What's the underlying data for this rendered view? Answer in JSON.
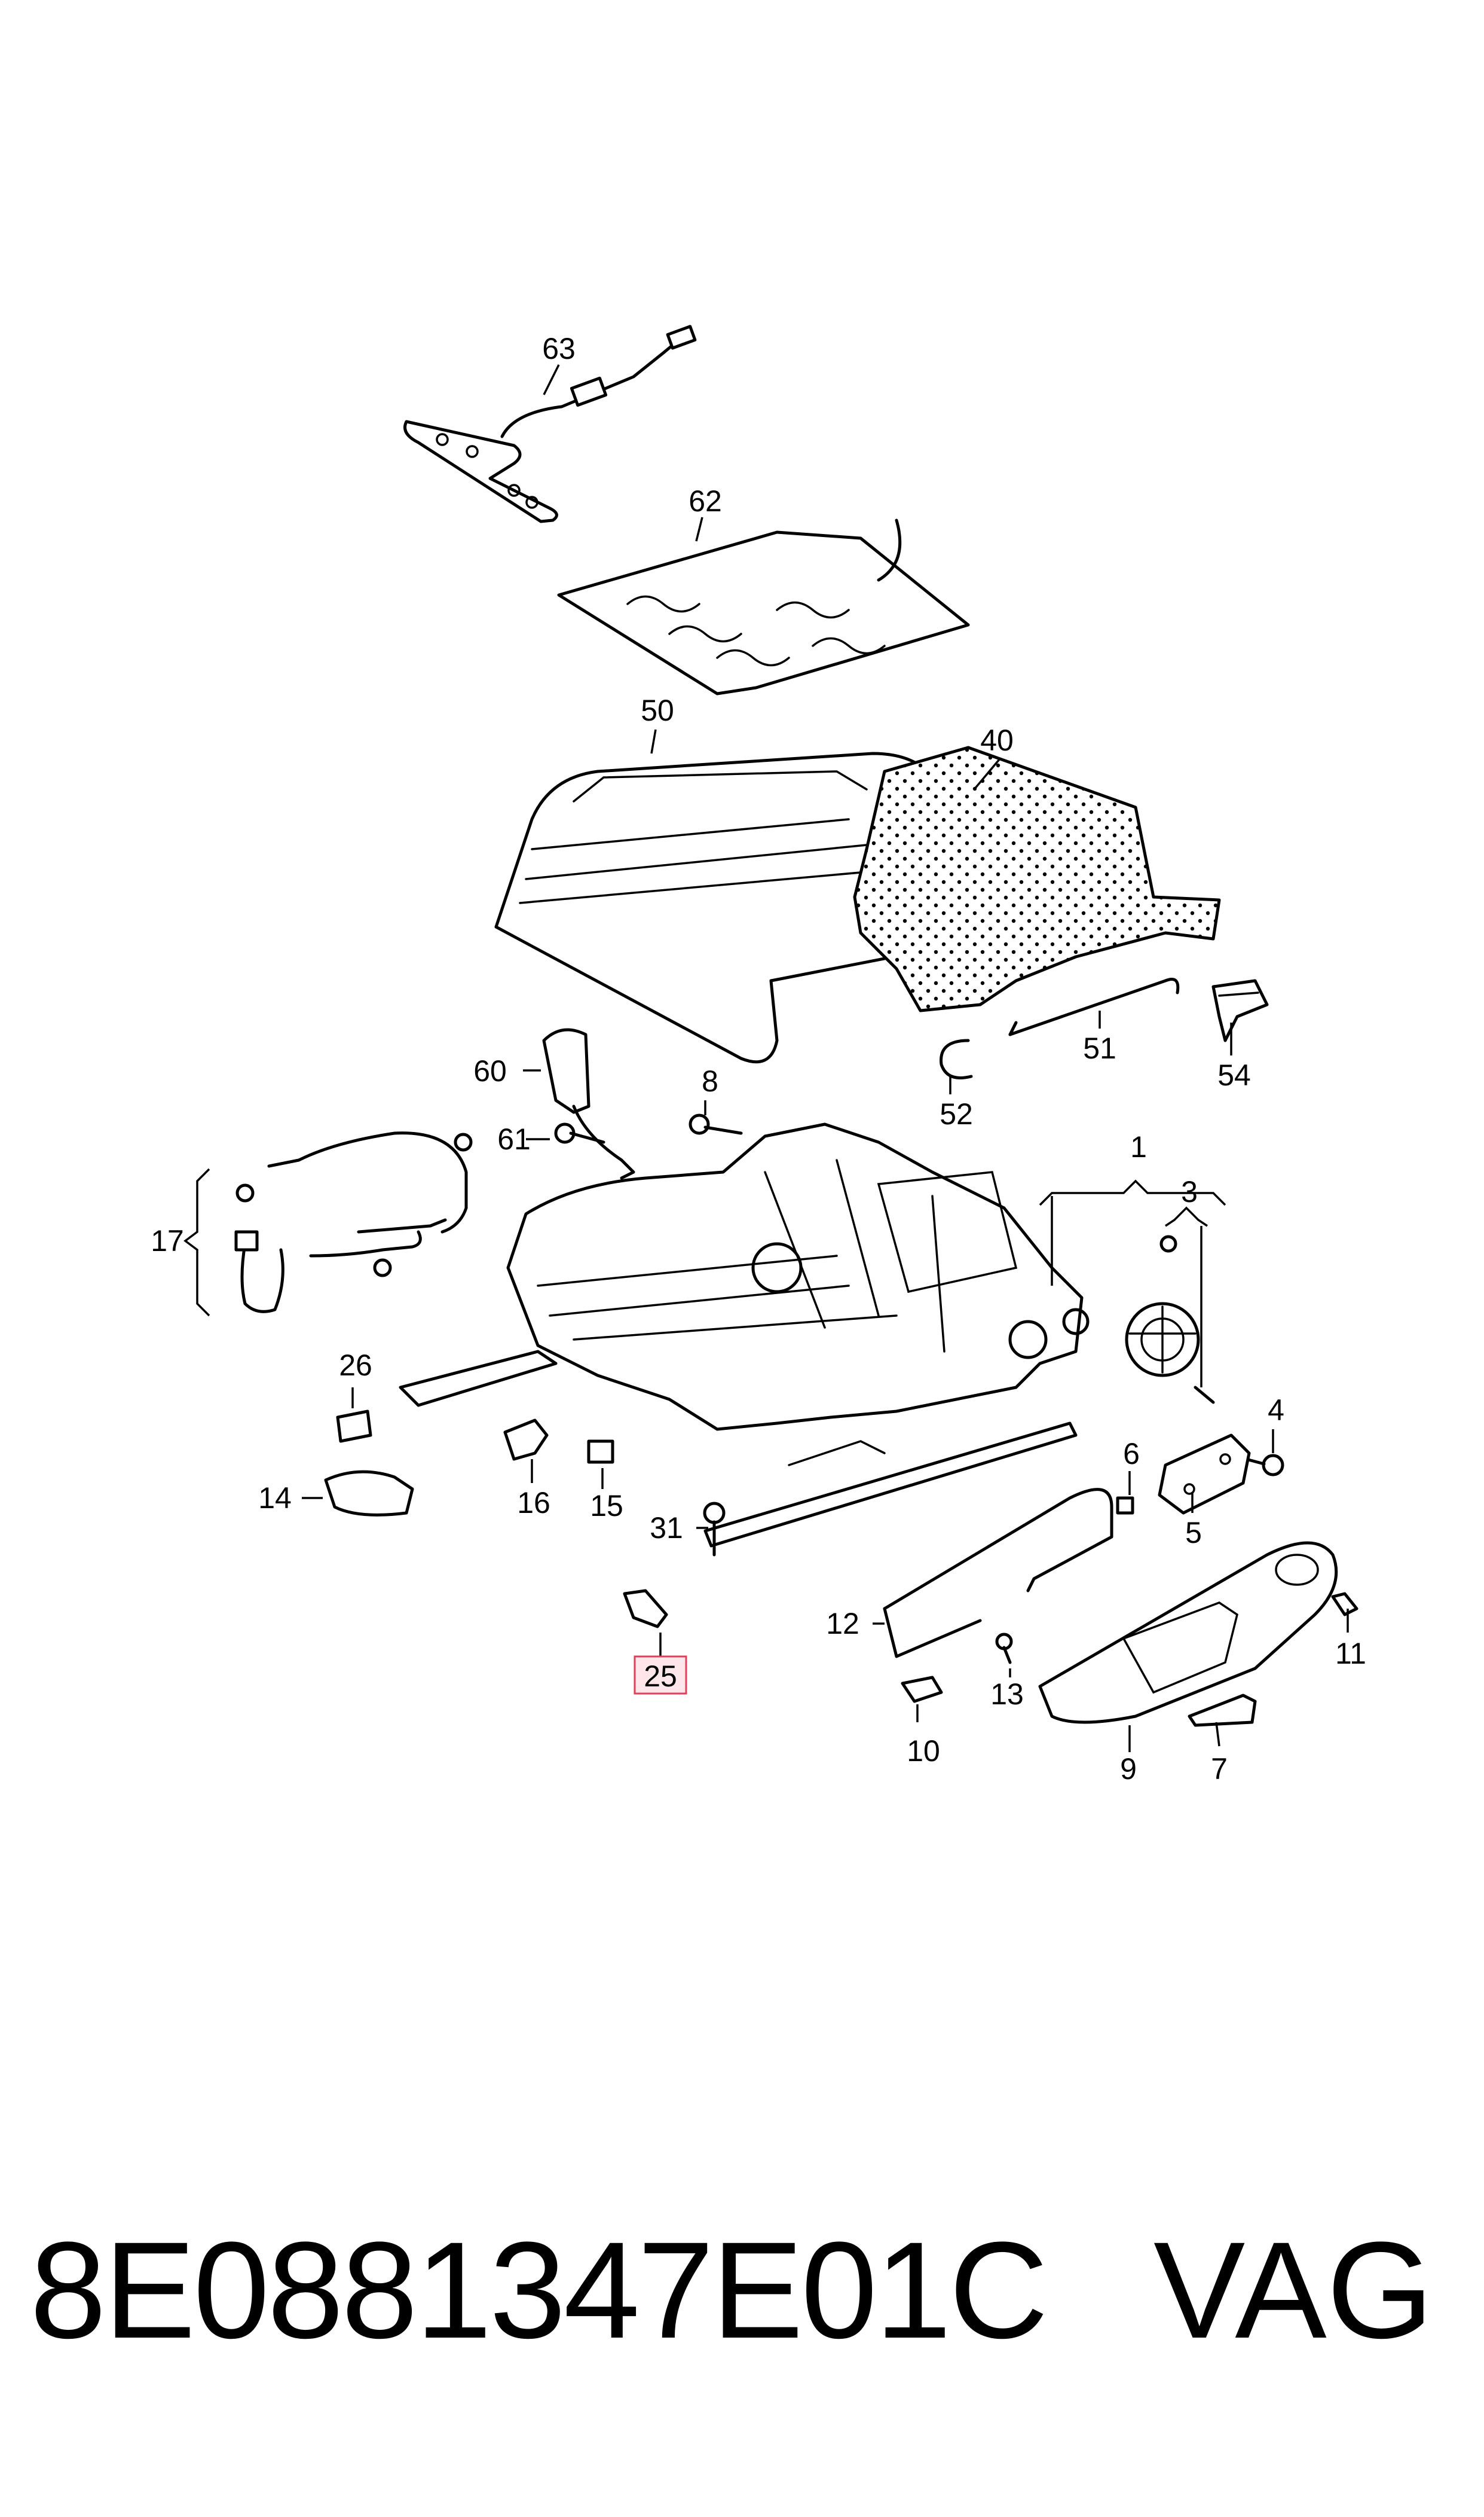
{
  "diagram": {
    "callouts": {
      "c1": "1",
      "c3": "3",
      "c4": "4",
      "c5": "5",
      "c6": "6",
      "c7": "7",
      "c8": "8",
      "c9": "9",
      "c10": "10",
      "c11": "11",
      "c12": "12",
      "c13": "13",
      "c14": "14",
      "c15": "15",
      "c16": "16",
      "c17": "17",
      "c25": "25",
      "c26": "26",
      "c31": "31",
      "c40": "40",
      "c50": "50",
      "c51": "51",
      "c52": "52",
      "c54": "54",
      "c60": "60",
      "c61": "61",
      "c62": "62",
      "c63": "63"
    },
    "highlighted_callout": "25",
    "highlight_color": "#e0405a"
  },
  "footer": {
    "part_number": "8E0881347E01C",
    "brand": "VAG"
  }
}
